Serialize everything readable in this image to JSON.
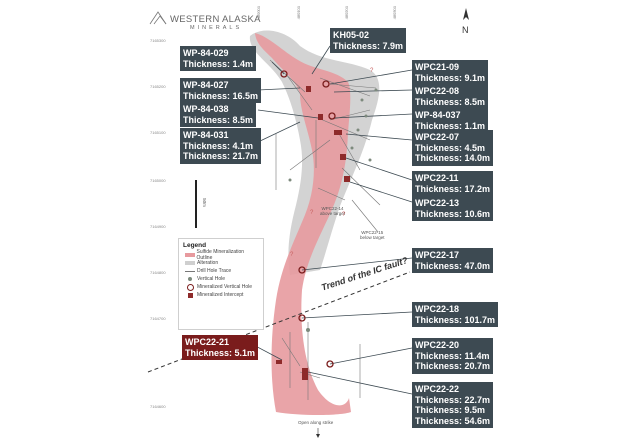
{
  "brand": {
    "name": "WESTERN ALASKA",
    "sub": "MINERALS"
  },
  "north_label": "N",
  "callouts": [
    {
      "id": "kh05-02",
      "hole": "KH05-02",
      "lines": [
        "Thickness: 7.9m"
      ]
    },
    {
      "id": "wp-84-029",
      "hole": "WP-84-029",
      "lines": [
        "Thickness: 1.4m"
      ]
    },
    {
      "id": "wp-84-027",
      "hole": "WP-84-027",
      "lines": [
        "Thickness: 16.5m"
      ]
    },
    {
      "id": "wp-84-038",
      "hole": "WP-84-038",
      "lines": [
        "Thickness: 8.5m"
      ]
    },
    {
      "id": "wp-84-031",
      "hole": "WP-84-031",
      "lines": [
        "Thickness: 4.1m",
        "Thickness: 21.7m"
      ]
    },
    {
      "id": "wpc21-09",
      "hole": "WPC21-09",
      "lines": [
        "Thickness: 9.1m"
      ]
    },
    {
      "id": "wpc22-08",
      "hole": "WPC22-08",
      "lines": [
        "Thickness: 8.5m"
      ]
    },
    {
      "id": "wp-84-037",
      "hole": "WP-84-037",
      "lines": [
        "Thickness: 1.1m"
      ]
    },
    {
      "id": "wpc22-07",
      "hole": "WPC22-07",
      "lines": [
        "Thickness: 4.5m",
        "Thickness: 14.0m"
      ]
    },
    {
      "id": "wpc22-11",
      "hole": "WPC22-11",
      "lines": [
        "Thickness: 17.2m"
      ]
    },
    {
      "id": "wpc22-13",
      "hole": "WPC22-13",
      "lines": [
        "Thickness: 10.6m"
      ]
    },
    {
      "id": "wpc22-17",
      "hole": "WPC22-17",
      "lines": [
        "Thickness: 47.0m"
      ]
    },
    {
      "id": "wpc22-18",
      "hole": "WPC22-18",
      "lines": [
        "Thickness: 101.7m"
      ]
    },
    {
      "id": "wpc22-21",
      "hole": "WPC22-21",
      "lines": [
        "Thickness: 5.1m"
      ]
    },
    {
      "id": "wpc22-20",
      "hole": "WPC22-20",
      "lines": [
        "Thickness: 11.4m",
        "Thickness: 20.7m"
      ]
    },
    {
      "id": "wpc22-22",
      "hole": "WPC22-22",
      "lines": [
        "Thickness: 22.7m",
        "Thickness: 9.5m",
        "Thickness: 54.6m"
      ]
    }
  ],
  "annotations": {
    "wpc22_14": "WPC22-14",
    "wpc22_14_note": "above target",
    "wpc22_15": "WPC22-15",
    "wpc22_15_note": "below target",
    "fault": "Trend of the IC fault?",
    "open_strike": "Open along strike",
    "scale": "50m",
    "question": "?"
  },
  "legend": {
    "title": "Legend",
    "items": [
      "Sulfide Mineralization Outline",
      "Alteration",
      "Drill Hole Trace",
      "Vertical Hole",
      "Mineralized Vertical Hole",
      "Mineralized Intercept"
    ]
  },
  "grid": {
    "eastings": [
      "480000",
      "480100",
      "480200",
      "480300"
    ],
    "northings": [
      "7165300",
      "7165200",
      "7165100",
      "7165000",
      "7164900",
      "7164800",
      "7164700",
      "7164600"
    ]
  },
  "colors": {
    "alteration": "#cfcfcf",
    "mineralization": "#e79a9e",
    "callout": "#3d4a52",
    "callout_highlight": "#7a1c1c",
    "intercept": "#8e2a2a"
  }
}
